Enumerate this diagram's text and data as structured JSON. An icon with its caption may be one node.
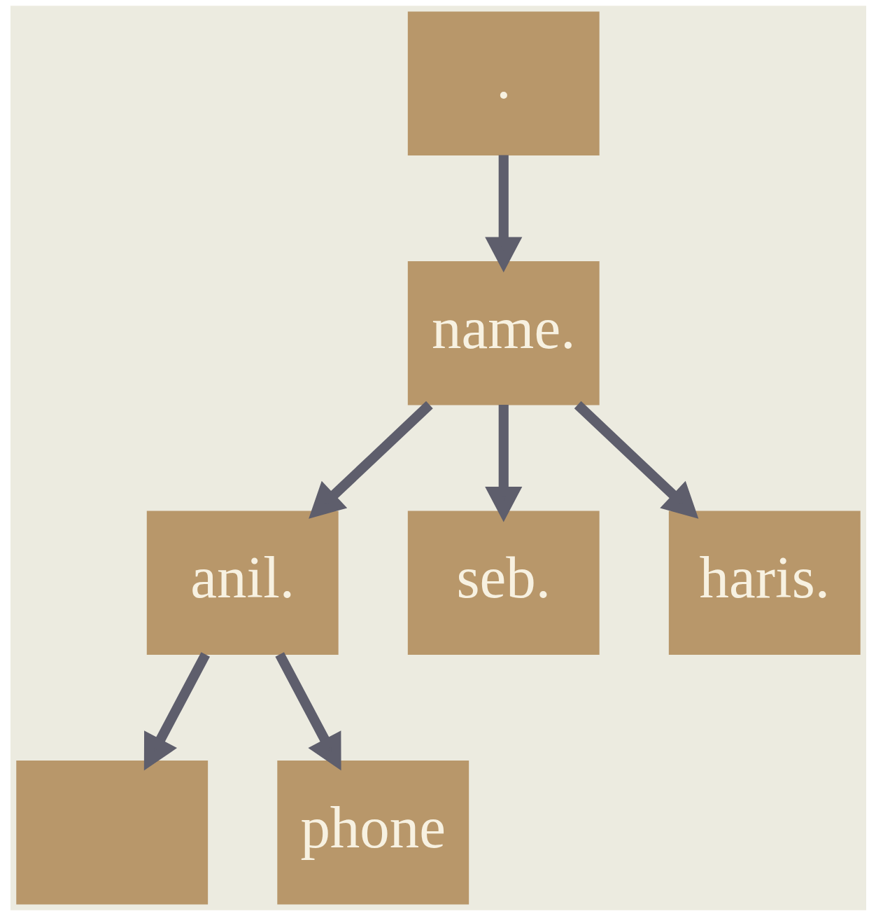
{
  "diagram": {
    "nodes": [
      {
        "text": [
          "."
        ]
      },
      {
        "text": [
          "name."
        ]
      },
      {
        "text": [
          "anil."
        ]
      },
      {
        "text": [
          "seb."
        ]
      },
      {
        "text": [
          "haris."
        ]
      },
      {
        "text": [],
        "shape": "box"
      },
      {
        "text": [
          "phone"
        ]
      }
    ],
    "edges": [
      {
        "from": 0,
        "to": 1,
        "arrow": "to"
      },
      {
        "from": 1,
        "to": 2,
        "arrow": "to"
      },
      {
        "from": 1,
        "to": 3,
        "arrow": "to"
      },
      {
        "from": 1,
        "to": 4,
        "arrow": "to"
      },
      {
        "from": 2,
        "to": 5,
        "arrow": "to"
      },
      {
        "from": 2,
        "to": 6,
        "arrow": "to"
      }
    ]
  }
}
